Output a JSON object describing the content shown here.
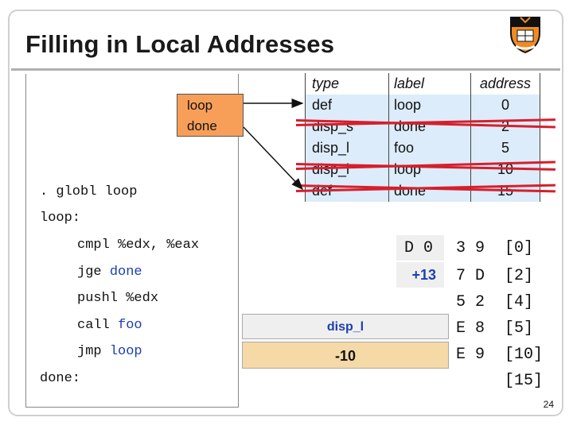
{
  "slide": {
    "title": "Filling in Local Addresses",
    "page_number": "24"
  },
  "symbol_table": {
    "items": [
      "loop",
      "done"
    ]
  },
  "relocation_table": {
    "headers": [
      "type",
      "label",
      "address"
    ],
    "rows": [
      {
        "type": "def",
        "label": "loop",
        "address": "0",
        "struck": false
      },
      {
        "type": "disp_s",
        "label": "done",
        "address": "2",
        "struck": true
      },
      {
        "type": "disp_l",
        "label": "foo",
        "address": "5",
        "struck": false
      },
      {
        "type": "disp_l",
        "label": "loop",
        "address": "10",
        "struck": true
      },
      {
        "type": "def",
        "label": "done",
        "address": "15",
        "struck": true
      }
    ]
  },
  "code": {
    "globl_directive": ". globl ",
    "globl_symbol": "loop",
    "label_loop": "loop:",
    "line1": "cmpl %edx, %eax",
    "line2_op": "jge ",
    "line2_arg": "done",
    "line3": "pushl %edx",
    "line4_op": "call ",
    "line4_arg": "foo",
    "line5_op": "jmp ",
    "line5_arg": "loop",
    "label_done": "done:"
  },
  "encoding": {
    "row1_code": "D 0",
    "row1_bytes": "3 9",
    "row1_offset": "[0]",
    "row2_patch": "+13",
    "row2_bytes": "7 D",
    "row2_offset": "[2]",
    "row3_bytes": "5 2",
    "row3_offset": "[4]",
    "row4_patch": "disp_l",
    "row4_bytes": "E 8",
    "row4_offset": "[5]",
    "row5_patch": "-10",
    "row5_bytes": "E 9",
    "row5_offset": "[10]",
    "row6_offset": "[15]"
  },
  "colors": {
    "accent_blue": "#1c3fb0",
    "symtab_orange": "#f79f59",
    "table_blue": "#dcecfa",
    "strike_red": "#d61f2c",
    "patch_tan": "#f5d9a6"
  }
}
